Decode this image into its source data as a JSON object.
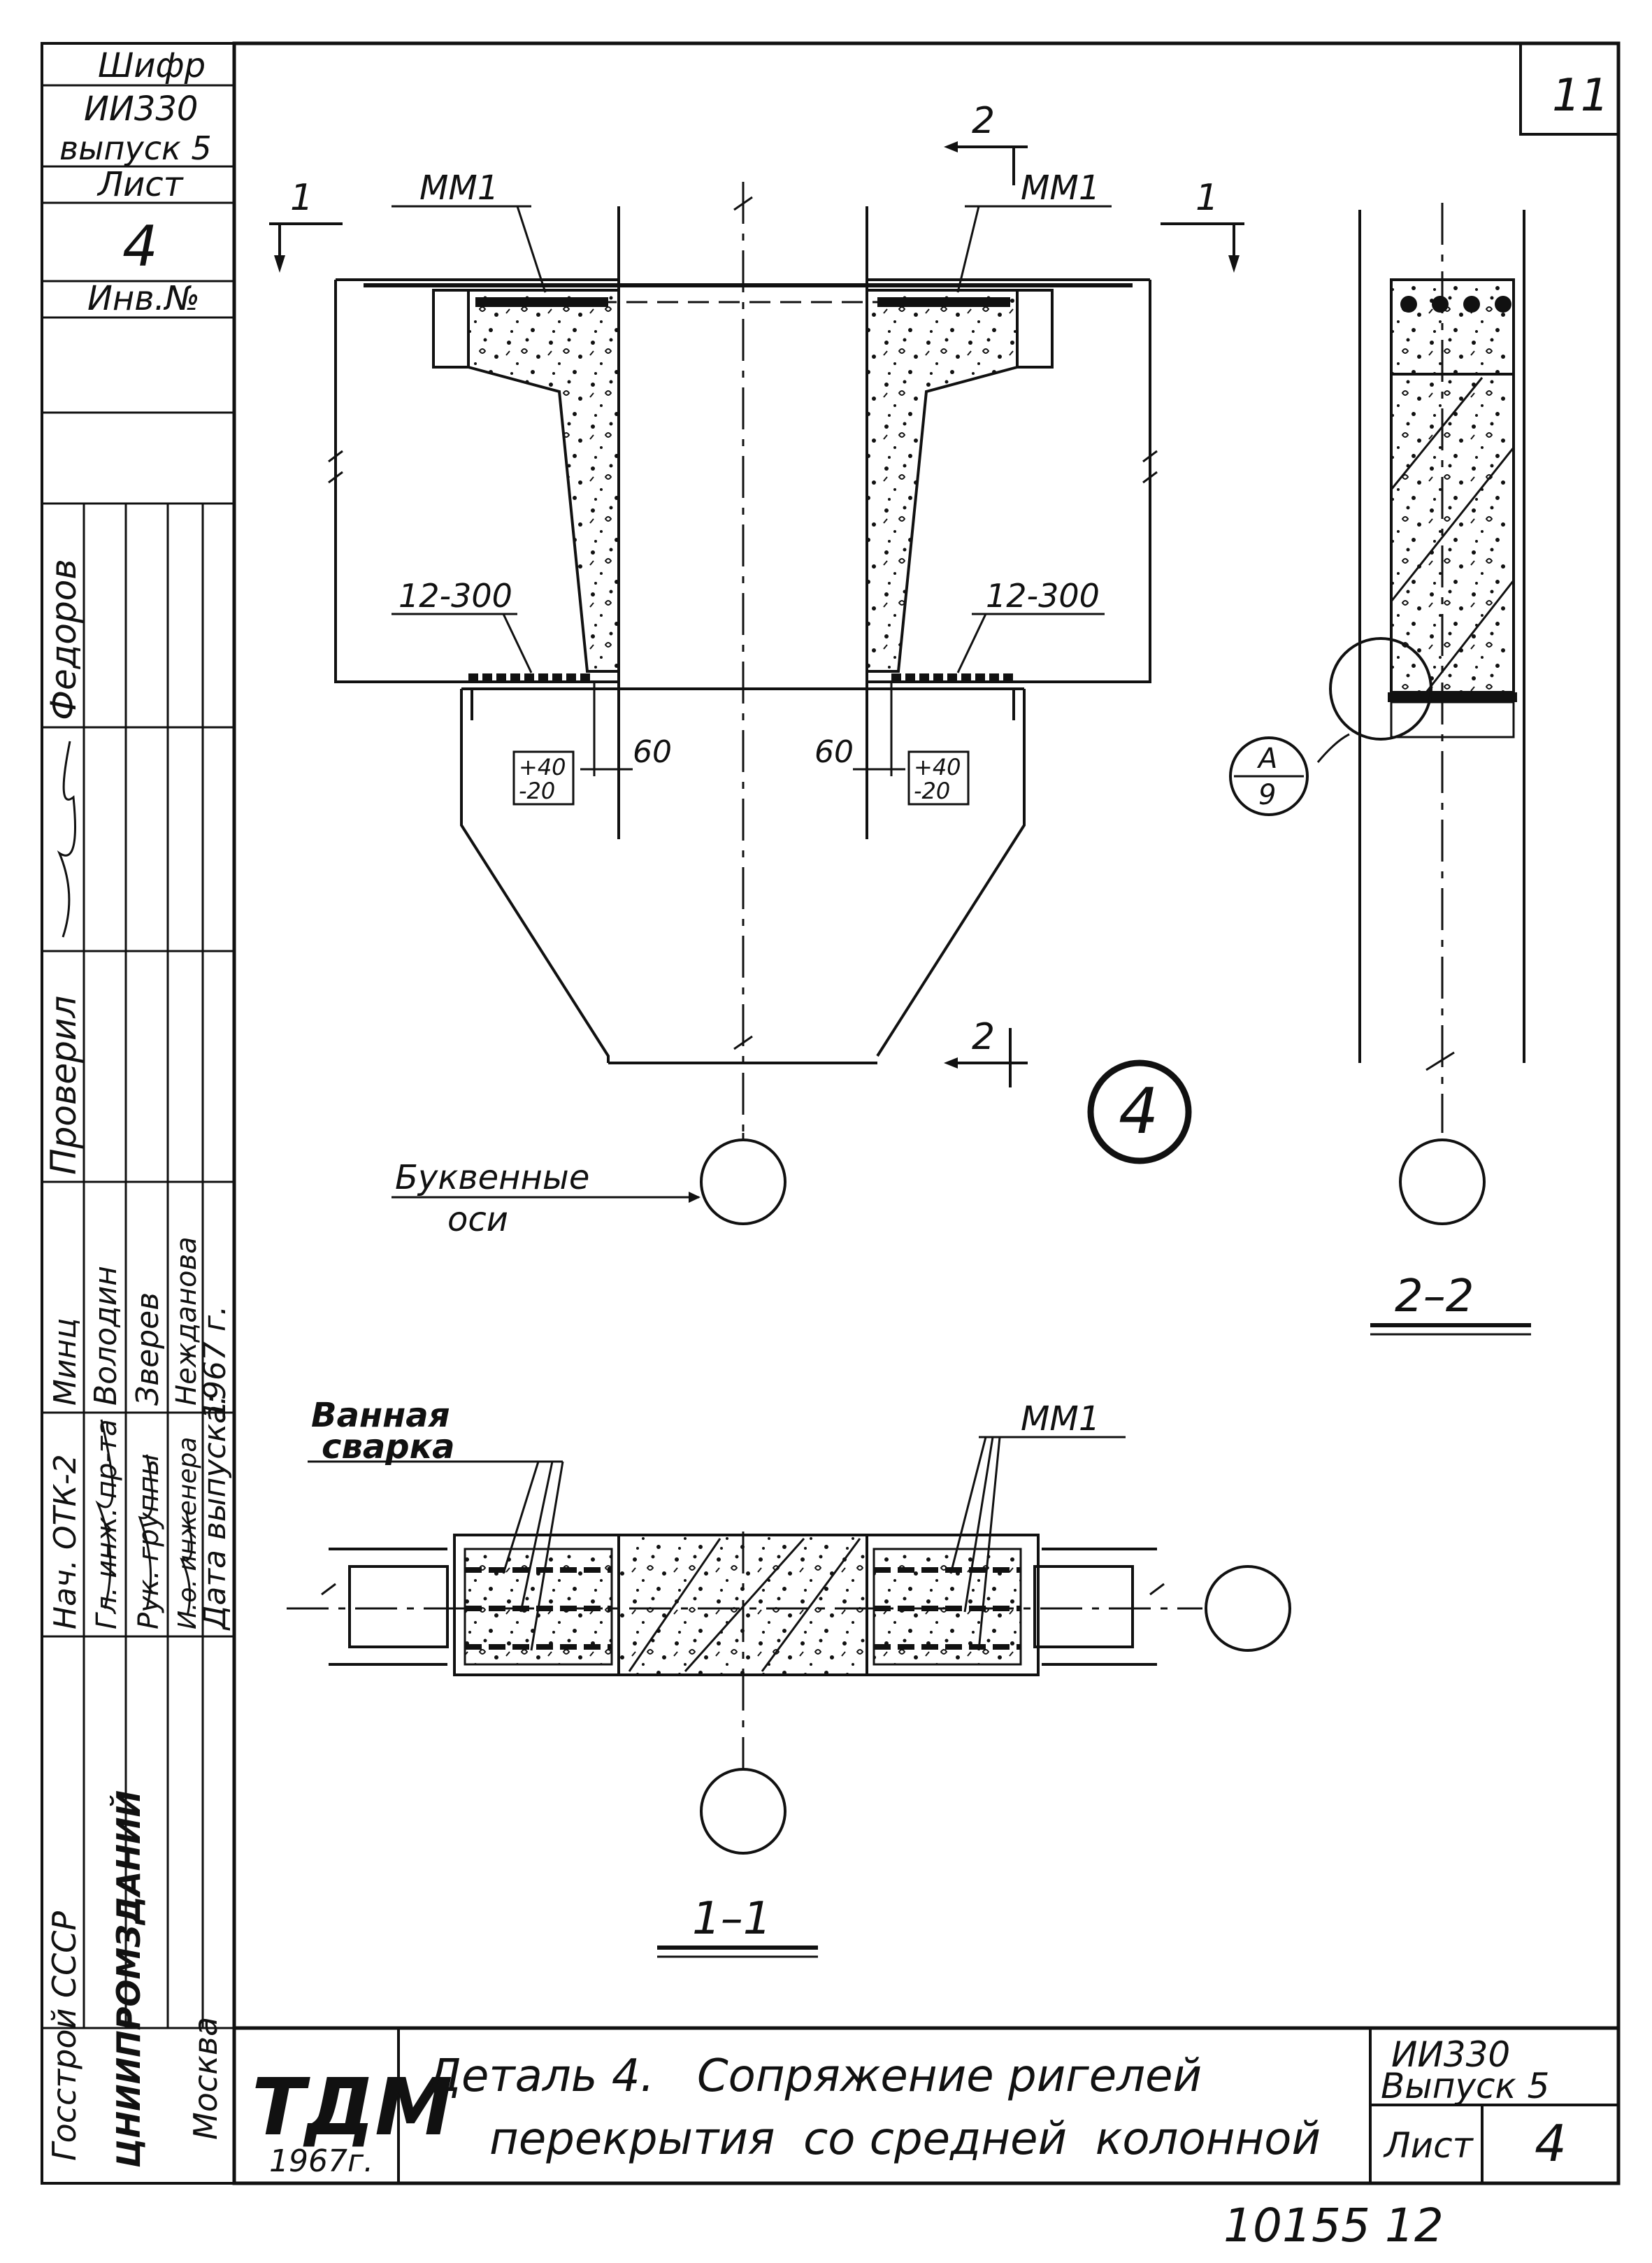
{
  "stamp_left": {
    "cipher_label": "Шифр",
    "cipher_value": "ИИ330",
    "issue": "выпуск 5",
    "sheet_label": "Лист",
    "sheet_value": "4",
    "inv_label": "Инв.№"
  },
  "signatures": {
    "rows": [
      {
        "role": "Нач. ОТК-2",
        "name": "Минц"
      },
      {
        "role": "Гл. инж. пр-та",
        "name": "Володин"
      },
      {
        "role": "Рук. группы",
        "name": "Зверев"
      },
      {
        "role": "И.о. инженера",
        "name": "Нежданова"
      }
    ],
    "checked_label": "Проверил",
    "checked_name": "Федоров",
    "date_label": "Дата выпуска:",
    "date_value": "1967 г."
  },
  "org": {
    "ministry": "Госстрой СССР",
    "institute": "ЦНИИПРОМЗДАНИЙ",
    "city": "Москва"
  },
  "sheet_number": "11",
  "drawing": {
    "label_mm1_left": "ММ1",
    "label_mm1_right": "ММ1",
    "label_mm1_plan": "ММ1",
    "label_12_300_left": "12-300",
    "label_12_300_right": "12-300",
    "dim_60_left": "60",
    "dim_60_right": "60",
    "tol_plus": "+40",
    "tol_minus": "-20",
    "cut1": "1",
    "cut2": "2",
    "detail_number": "4",
    "callout_top": "А",
    "callout_bottom": "9",
    "axes_line1": "Буквенные",
    "axes_line2": "оси",
    "bath_line1": "Ванная",
    "bath_line2": "сварка",
    "section_22": "2–2",
    "section_11": "1–1"
  },
  "title_block": {
    "logo": "ТДМ",
    "logo_year": "1967г.",
    "title_line1": "Деталь 4.   Сопряжение ригелей",
    "title_line2": "перекрытия  со средней  колонной",
    "code": "ИИ330",
    "issue": "Выпуск 5",
    "sheet_label": "Лист",
    "sheet_value": "4"
  },
  "archive_number": "10155 12"
}
